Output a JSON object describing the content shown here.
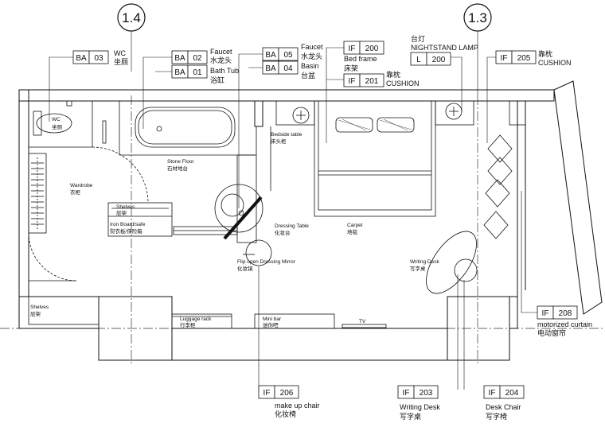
{
  "grid": {
    "left": "1.4",
    "right": "1.3"
  },
  "callouts": [
    {
      "code": "BA",
      "num": "03",
      "en": "WC",
      "cn": "坐厕"
    },
    {
      "code": "BA",
      "num": "02",
      "en": "Faucet",
      "cn": "水龙头"
    },
    {
      "code": "BA",
      "num": "01",
      "en": "Bath Tub",
      "cn": "浴缸"
    },
    {
      "code": "BA",
      "num": "05",
      "en": "Faucet",
      "cn": "水龙头"
    },
    {
      "code": "BA",
      "num": "04",
      "en": "Basin",
      "cn": "台盆"
    },
    {
      "code": "IF",
      "num": "200",
      "en": "Bed frame",
      "cn": "床架"
    },
    {
      "code": "IF",
      "num": "201",
      "en": "CUSHION",
      "cn": "靠枕"
    },
    {
      "code": "L",
      "num": "200",
      "en": "NIGHTSTAND LAMP",
      "cn": "台灯"
    },
    {
      "code": "IF",
      "num": "205",
      "en": "CUSHION",
      "cn": "靠枕"
    },
    {
      "code": "IF",
      "num": "208",
      "en": "motorized curtain",
      "cn": "电动窗帘"
    },
    {
      "code": "IF",
      "num": "206",
      "en": "make up chair",
      "cn": "化妆椅"
    },
    {
      "code": "IF",
      "num": "203",
      "en": "Writing Desk",
      "cn": "写字桌"
    },
    {
      "code": "IF",
      "num": "204",
      "en": "Desk Chair",
      "cn": "写字椅"
    }
  ],
  "room_labels": {
    "wc": "WC",
    "wc_cn": "坐厕",
    "wardrobe": "Wardrobe",
    "wardrobe_cn": "衣柜",
    "stone_floor": "Stone Floor",
    "stone_floor_cn": "石材地台",
    "bedside": "Bedside table",
    "bedside_cn": "床头柜",
    "shelves1": "Shelves",
    "shelves1_cn": "层架",
    "iron_board": "Iron Board/safe",
    "iron_board_cn": "熨衣板/保险箱",
    "dressing_table": "Dressing Table",
    "dressing_table_cn": "化妆台",
    "mirror": "Flip open Dressing Mirror",
    "mirror_cn": "化妆镜",
    "carpet": "Carpet",
    "carpet_cn": "地毯",
    "writing_desk": "Writing Desk",
    "writing_desk_cn": "写字桌",
    "shelves2": "Shelves",
    "shelves2_cn": "层架",
    "luggage": "Luggage rack",
    "luggage_cn": "行李柜",
    "minibar": "Mini bar",
    "minibar_cn": "迷你吧",
    "tv": "TV"
  }
}
